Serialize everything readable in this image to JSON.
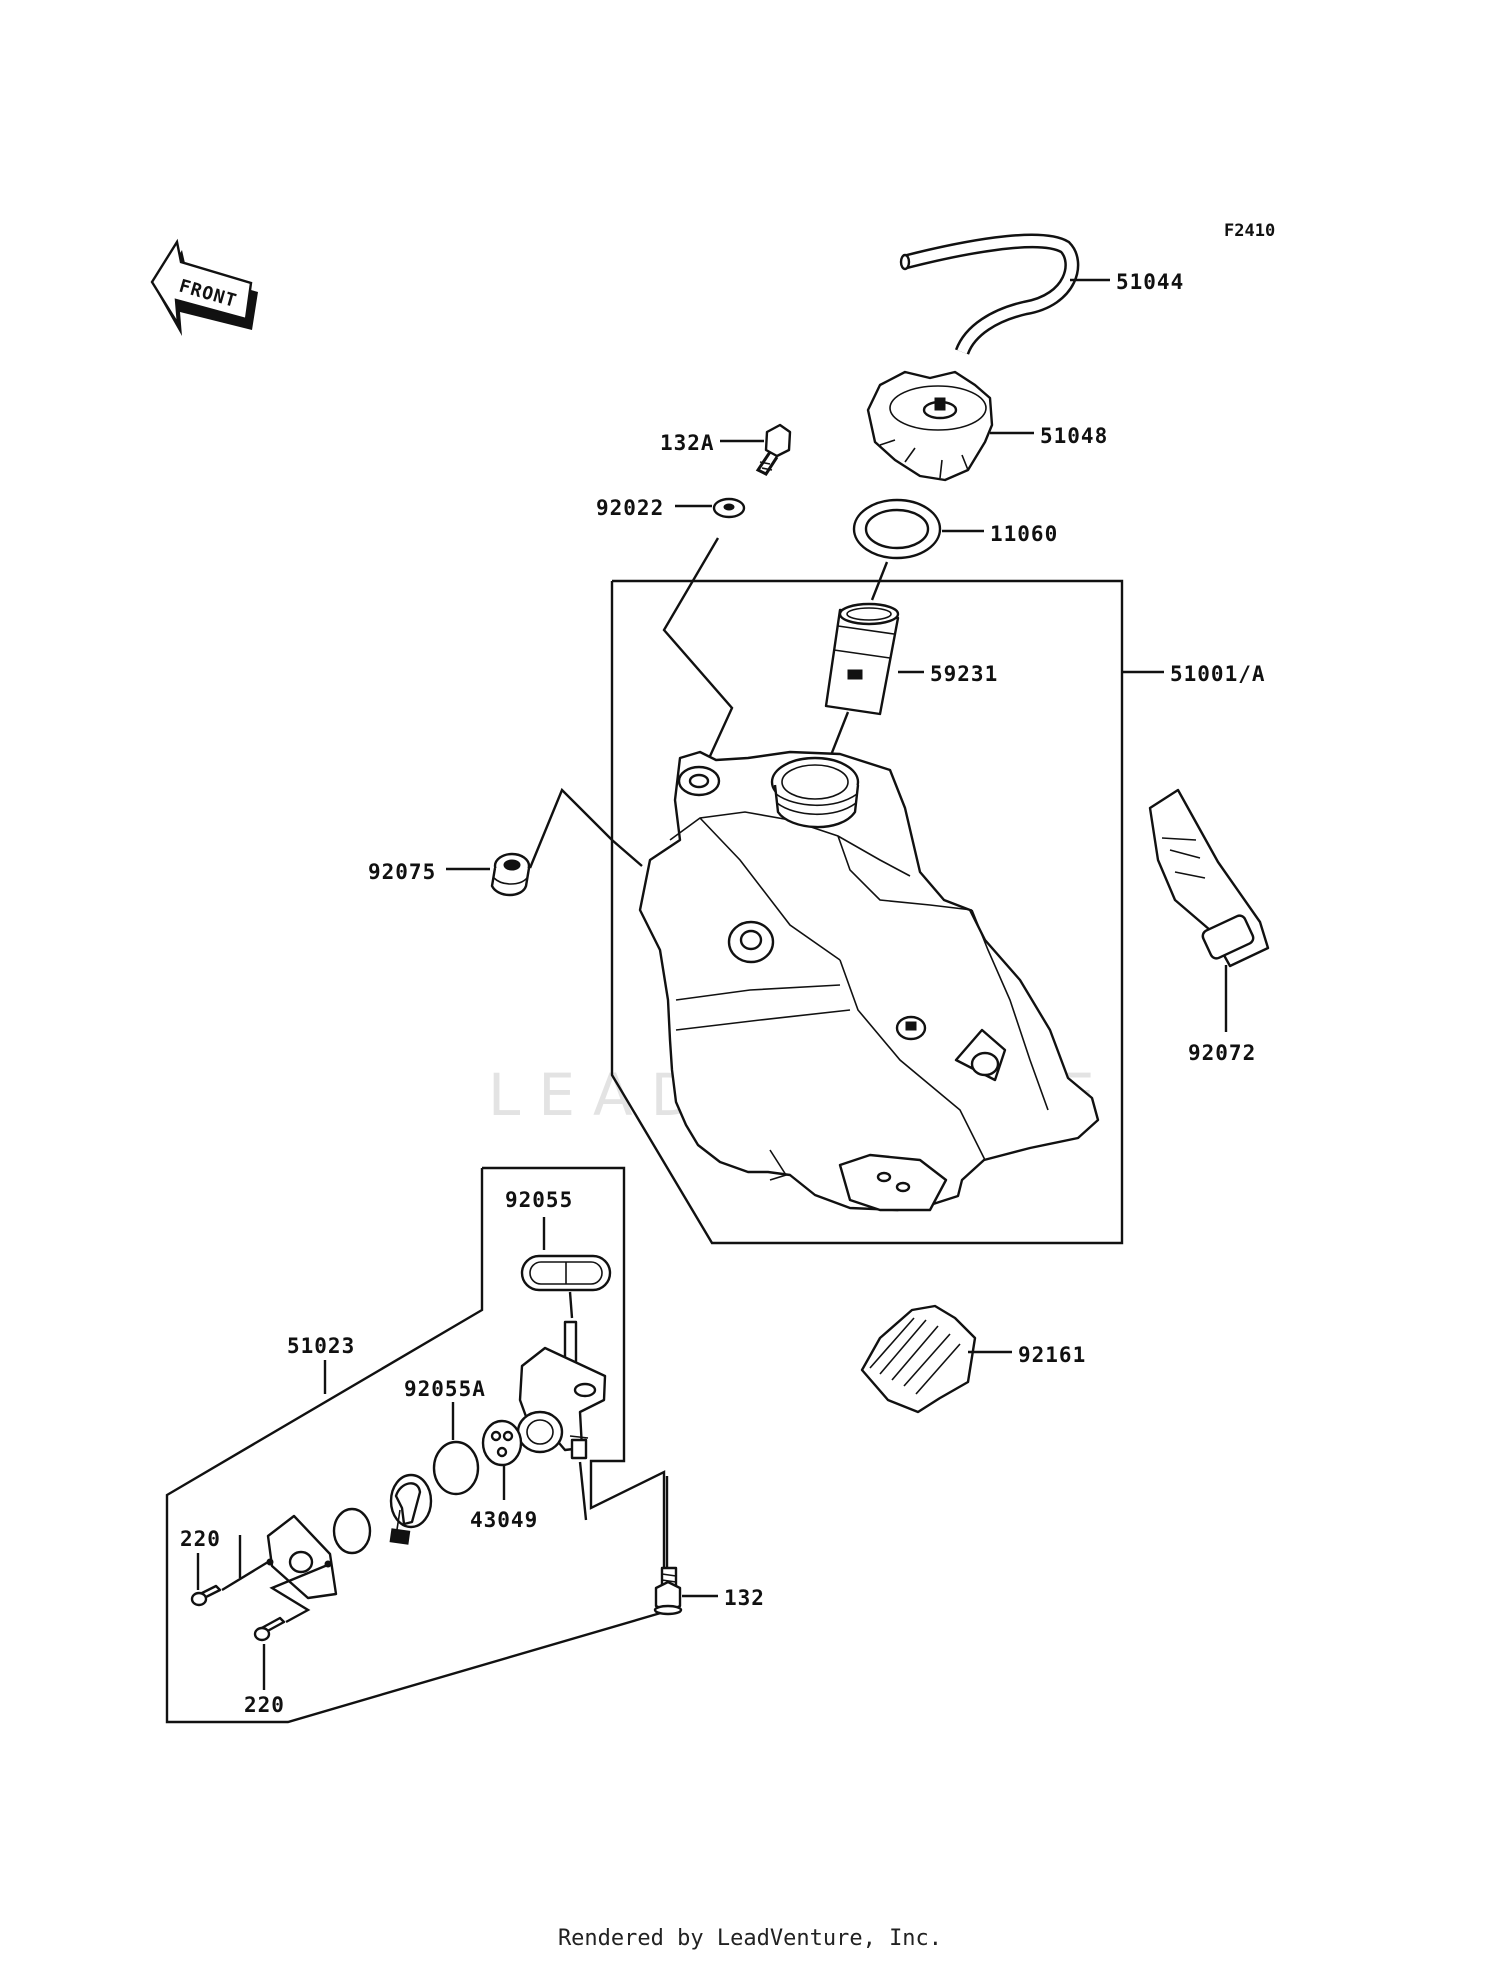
{
  "diagram": {
    "figure_code": "F2410",
    "front_label": "FRONT",
    "watermark": "LEADVENTURE",
    "footer": "Rendered by LeadVenture, Inc.",
    "parts": {
      "p51044": "51044",
      "p51048": "51048",
      "p132a": "132A",
      "p92022": "92022",
      "p11060": "11060",
      "p59231": "59231",
      "p51001a": "51001/A",
      "p92075": "92075",
      "p92072": "92072",
      "p92055": "92055",
      "p51023": "51023",
      "p92055a": "92055A",
      "p43049": "43049",
      "p92161": "92161",
      "p220a": "220",
      "p220b": "220",
      "p132": "132"
    }
  }
}
